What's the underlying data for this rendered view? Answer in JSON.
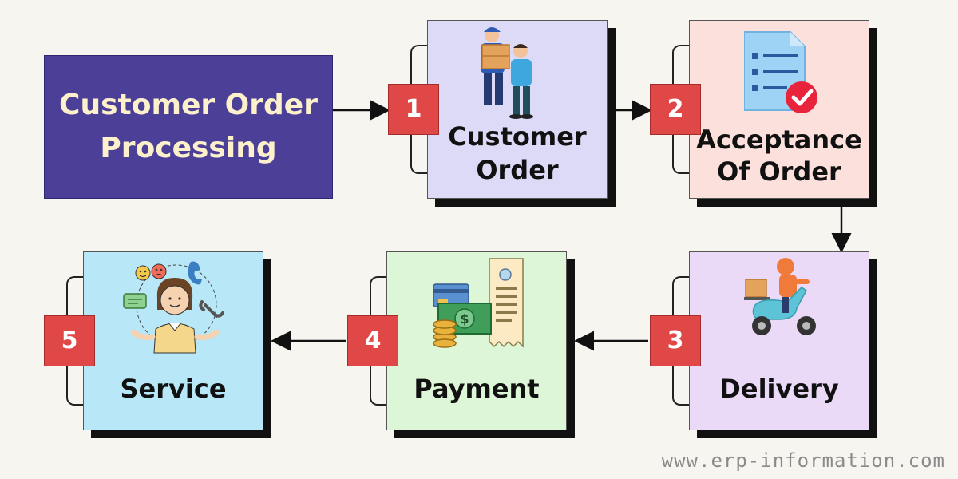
{
  "title": {
    "line1": "Customer Order",
    "line2": "Processing"
  },
  "steps": [
    {
      "number": "1",
      "label_line1": "Customer",
      "label_line2": "Order",
      "icon": "delivery-men-icon",
      "color": "#dcdaf7"
    },
    {
      "number": "2",
      "label_line1": "Acceptance",
      "label_line2": "Of Order",
      "icon": "checklist-approved-icon",
      "color": "#fce0dc"
    },
    {
      "number": "3",
      "label": "Delivery",
      "icon": "scooter-courier-icon",
      "color": "#ead9f7"
    },
    {
      "number": "4",
      "label": "Payment",
      "icon": "payment-receipt-icon",
      "color": "#def6d8"
    },
    {
      "number": "5",
      "label": "Service",
      "icon": "customer-service-icon",
      "color": "#b8e8f8"
    }
  ],
  "colors": {
    "title_bg": "#4b3f98",
    "title_text": "#fdf1cc",
    "badge": "#e04848",
    "shadow": "#111111"
  },
  "watermark": "www.erp-information.com"
}
